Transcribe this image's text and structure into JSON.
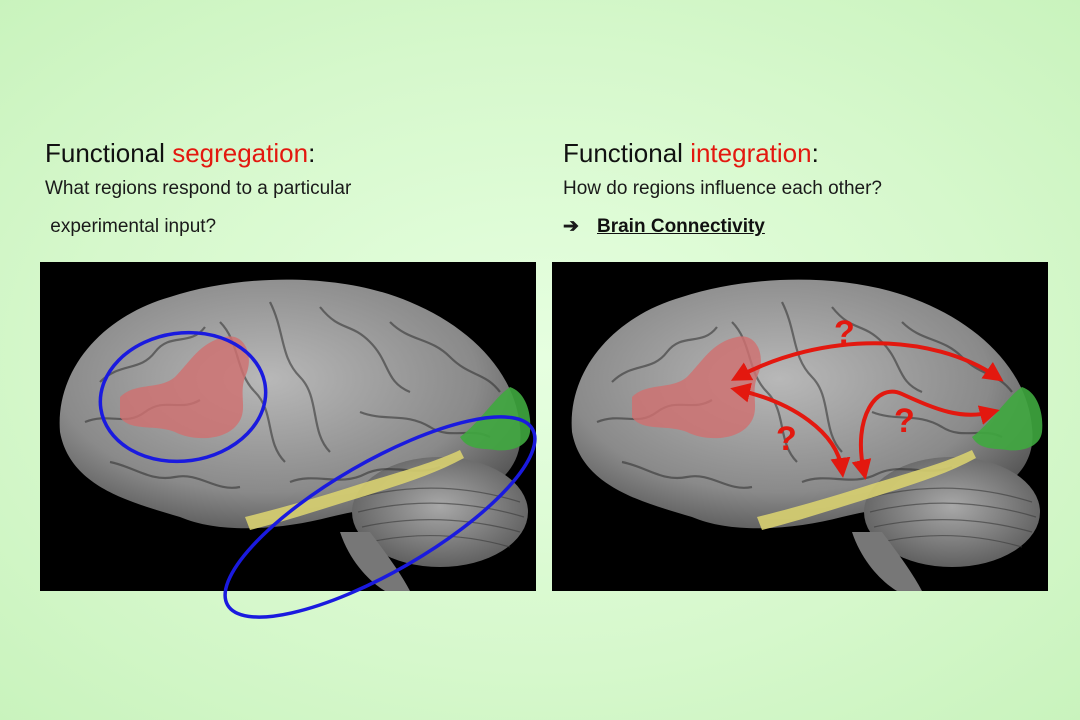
{
  "left": {
    "heading_prefix": "Functional ",
    "heading_accent": "segregation",
    "heading_suffix": ":",
    "line1": "What regions respond to a particular",
    "line2": " experimental input?"
  },
  "right": {
    "heading_prefix": "Functional ",
    "heading_accent": "integration",
    "heading_suffix": ":",
    "line1": "How do regions influence each other?",
    "arrow_glyph": "➔",
    "link_text": "Brain Connectivity"
  },
  "question_marks": [
    "?",
    "?",
    "?"
  ],
  "colors": {
    "accent": "#e3180f",
    "highlight_circle": "#1a1adf",
    "frontal_region": "#d07070",
    "occipital_region": "#3fa83f",
    "temporal_region": "#d8d070"
  }
}
